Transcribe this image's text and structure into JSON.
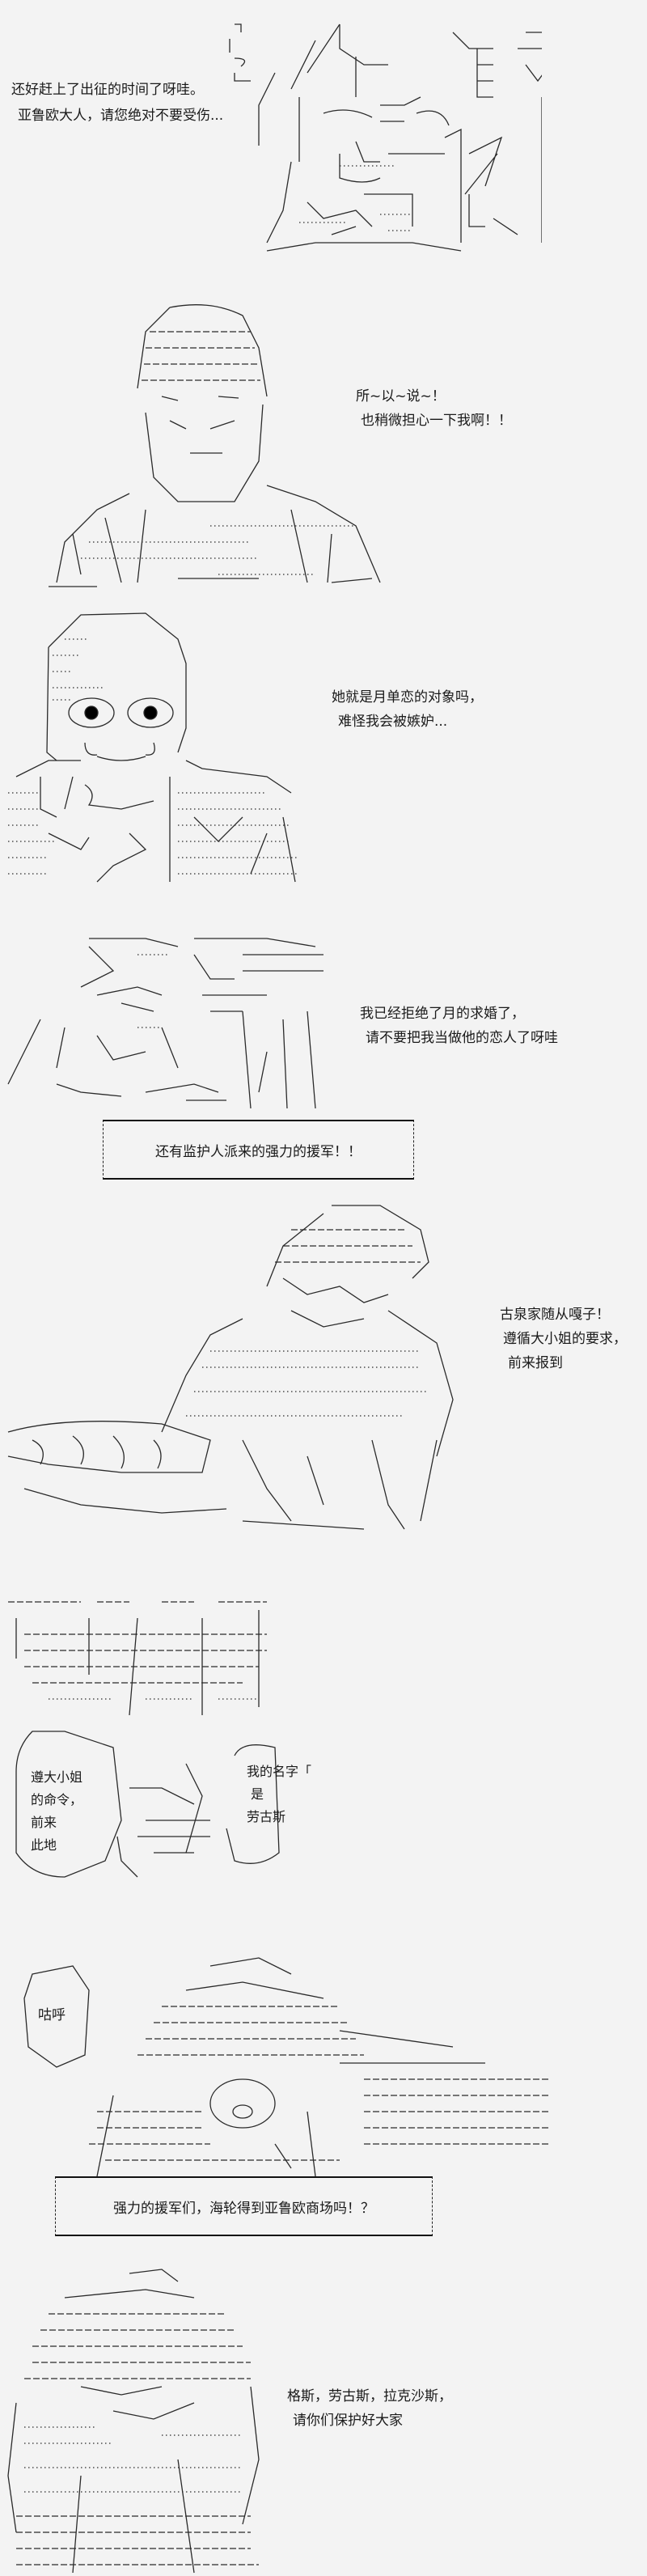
{
  "panels": [
    {
      "lines": [
        "还好赶上了出征的时间了呀哇。",
        "亚鲁欧大人，请您绝对不要受伤..."
      ]
    },
    {
      "lines": [
        "所~以~说~！",
        "也稍微担心一下我啊！！"
      ]
    },
    {
      "lines": [
        "她就是月单恋的对象吗，",
        "难怪我会被嫉妒..."
      ]
    },
    {
      "lines": [
        "我已经拒绝了月的求婚了，",
        "请不要把我当做他的恋人了呀哇"
      ]
    },
    {
      "narration": "还有监护人派来的强力的援军！！"
    },
    {
      "lines": [
        "古泉家随从嘎子！",
        "遵循大小姐的要求，",
        "前来报到"
      ]
    },
    {
      "left_bubble": [
        "遵大小姐",
        "的命令，",
        "前来",
        "此地"
      ],
      "right_bubble": [
        "我的名字「",
        "是",
        "劳古斯"
      ]
    },
    {
      "bubble": "咕呼"
    },
    {
      "narration": "强力的援军们，海轮得到亚鲁欧商场吗！？"
    },
    {
      "lines": [
        "格斯，劳古斯，拉克沙斯，",
        "请你们保护好大家"
      ]
    }
  ]
}
